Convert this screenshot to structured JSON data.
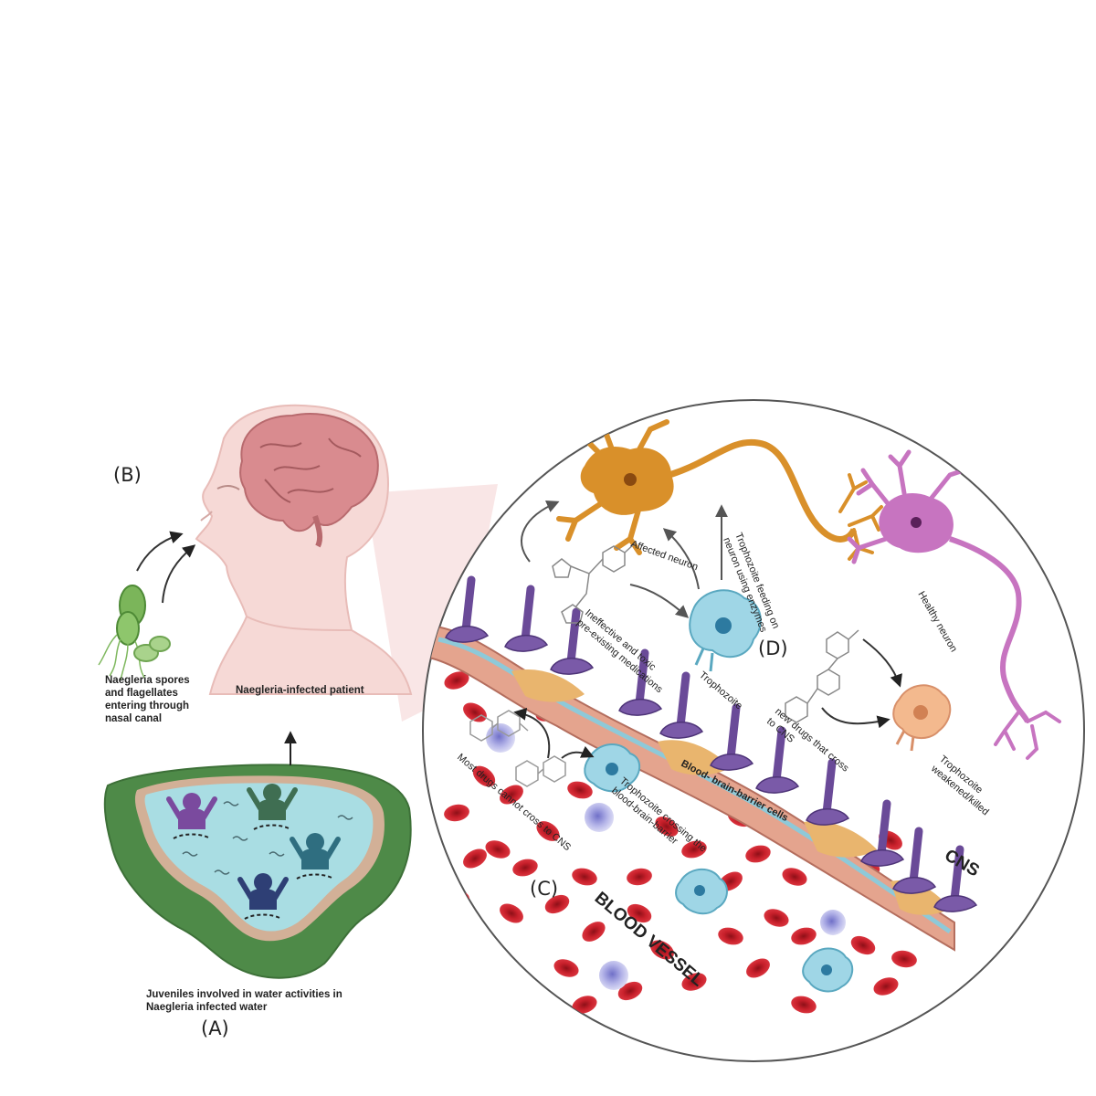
{
  "panels": {
    "a": "(A)",
    "b": "(B)",
    "c": "(C)",
    "d": "(D)"
  },
  "labels": {
    "spores_line1": "Naegleria spores",
    "spores_line2": "and flagellates",
    "spores_line3": "entering through",
    "spores_line4": "nasal canal",
    "patient": "Naegleria-infected patient",
    "juveniles_line1": "Juveniles involved in water activities in",
    "juveniles_line2": "Naegleria infected water",
    "affected_neuron": "Affected neuron",
    "feeding_line1": "Trophozoite  feeding on",
    "feeding_line2": "neuron using enzymes",
    "healthy_neuron": "Healthy neuron",
    "ineffective_line1": "Ineffective and toxic",
    "ineffective_line2": "pre-existing medications",
    "trophozoite": "Trophozoite",
    "new_drugs_line1": "new drugs that cross",
    "new_drugs_line2": "to CNS",
    "weakened_line1": "Trophozoite",
    "weakened_line2": "weakened/killed",
    "crossing_line1": "Trophozoite crossing the",
    "crossing_line2": "blood-brain-barrier",
    "bbb_cells": "Blood- brain-barrier cells",
    "most_drugs": "Most drugs cannot cross to CNS",
    "cns": "CNS",
    "blood_vessel": "BLOOD VESSEL"
  },
  "colors": {
    "brain": "#d98b8f",
    "skin": "#f6d9d6",
    "pond_grass": "#5b9a50",
    "water": "#a9dde3",
    "neuron_affected": "#d9902a",
    "neuron_healthy": "#c774c0",
    "rbc": "#c8202b",
    "bbb_purple": "#6a4a98",
    "trophozoite_blue": "#9fd6e6",
    "trophozoite_orange": "#f3b98e"
  }
}
